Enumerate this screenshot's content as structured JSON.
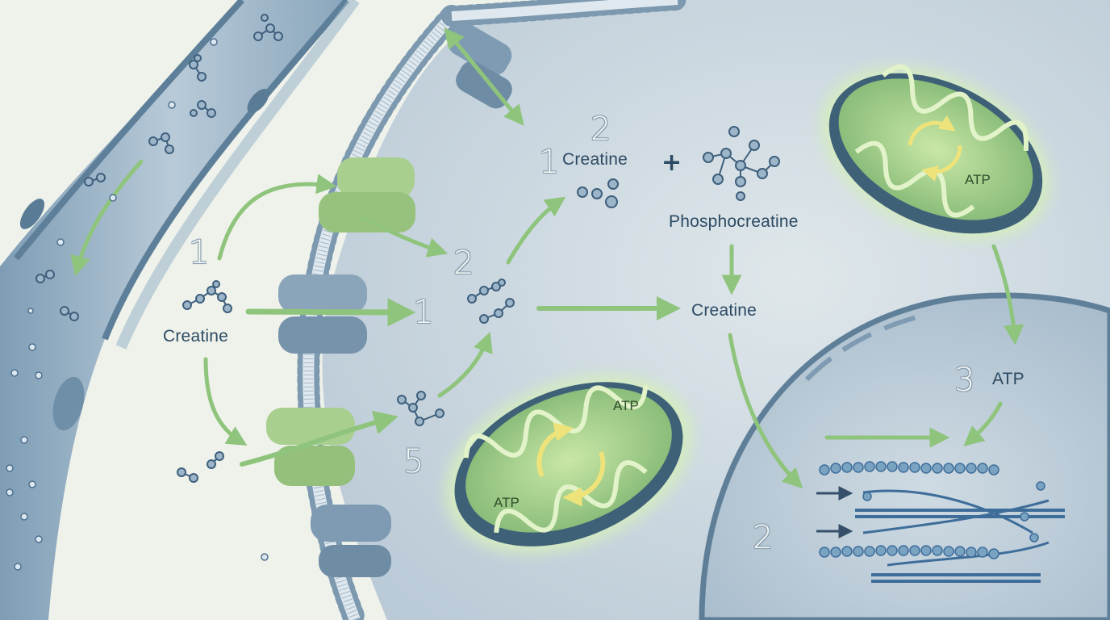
{
  "labels": {
    "creatine_extracellular": "Creatine",
    "creatine_top": "Creatine",
    "phosphocreatine": "Phosphocreatine",
    "creatine_center": "Creatine",
    "atp_right": "ATP",
    "atp_mito_top": "ATP",
    "atp_mito_bottom_right": "ATP",
    "atp_mito_bottom_left": "ATP",
    "plus_sign": "+"
  },
  "step_numbers": {
    "outside_top": "1",
    "top_left": "1",
    "top_right": "2",
    "after_channel_upper": "2",
    "arrow_end": "1",
    "lower_cell": "5",
    "atp_step": "3",
    "muscle_fiber": "2"
  },
  "colors": {
    "background": "#eef2ea",
    "cell_fill": "#c9d6df",
    "membrane_blue": "#7f9bb3",
    "channel_green": "#a9cf8f",
    "arrow_green": "#8fc47c",
    "mito_green": "#a6d18a",
    "text": "#2c4a63"
  }
}
